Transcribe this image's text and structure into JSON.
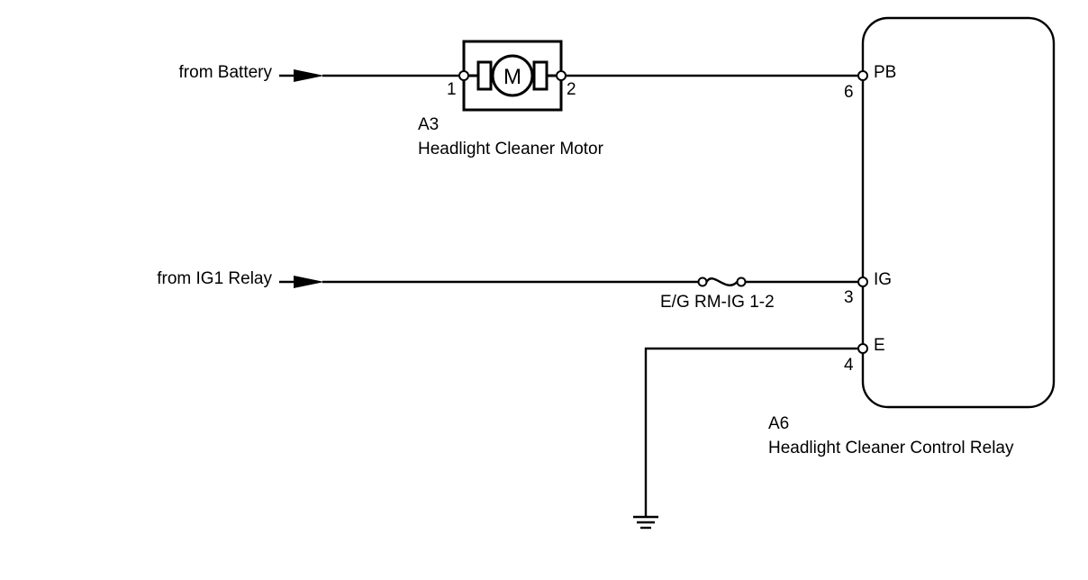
{
  "colors": {
    "line": "#000000",
    "background": "#ffffff"
  },
  "inputs": {
    "battery": "from Battery",
    "ig1_relay": "from IG1 Relay"
  },
  "motor": {
    "connector": "A3",
    "name": "Headlight Cleaner Motor",
    "symbol": "M",
    "pin_left": "1",
    "pin_right": "2"
  },
  "fuse": {
    "label": "E/G RM-IG 1-2"
  },
  "relay": {
    "connector": "A6",
    "name": "Headlight Cleaner Control Relay",
    "terminals": [
      {
        "name": "PB",
        "pin": "6"
      },
      {
        "name": "IG",
        "pin": "3"
      },
      {
        "name": "E",
        "pin": "4"
      }
    ]
  },
  "ground_icon": "ground-symbol-icon",
  "arrow_icon": "arrowhead-icon"
}
